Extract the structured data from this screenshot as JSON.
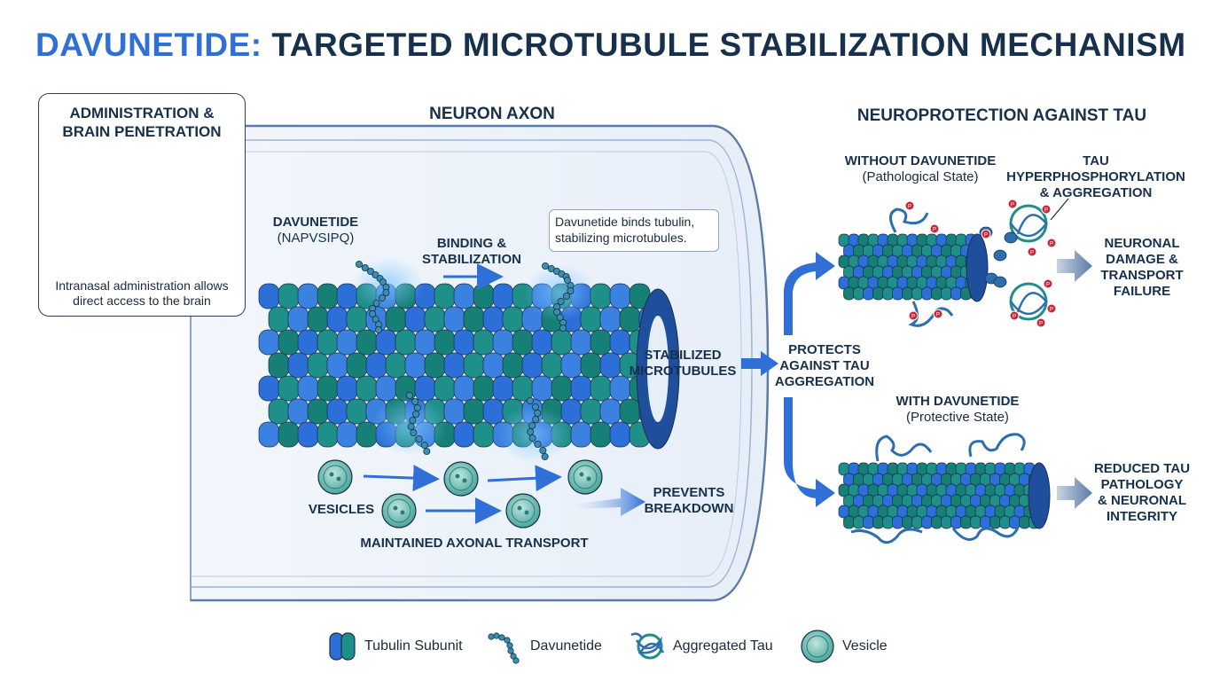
{
  "title": {
    "part1": "DAVUNETIDE:",
    "part2": "TARGETED MICROTUBULE STABILIZATION MECHANISM"
  },
  "admin": {
    "heading_line1": "ADMINISTRATION &",
    "heading_line2": "BRAIN PENETRATION",
    "caption_line1": "Intranasal administration allows",
    "caption_line2": "direct access to the brain"
  },
  "axon": {
    "heading": "NEURON AXON",
    "drug_name": "DAVUNETIDE",
    "drug_seq": "(NAPVSIPQ)",
    "binding_line1": "BINDING &",
    "binding_line2": "STABILIZATION",
    "callout_line1": "Davunetide binds tubulin,",
    "callout_line2": "stabilizing microtubules.",
    "stabilized_line1": "STABILIZED",
    "stabilized_line2": "MICROTUBULES",
    "vesicles": "VESICLES",
    "transport": "MAINTAINED AXONAL TRANSPORT",
    "prevents_line1": "PREVENTS",
    "prevents_line2": "BREAKDOWN"
  },
  "protects": {
    "line1": "PROTECTS",
    "line2": "AGAINST TAU",
    "line3": "AGGREGATION"
  },
  "neuroprotection": {
    "heading": "NEUROPROTECTION AGAINST TAU",
    "without_title": "WITHOUT DAVUNETIDE",
    "without_sub": "(Pathological State)",
    "tau_line1": "TAU",
    "tau_line2": "HYPERPHOSPHORYLATION",
    "tau_line3": "& AGGREGATION",
    "damage_line1": "NEURONAL",
    "damage_line2": "DAMAGE &",
    "damage_line3": "TRANSPORT",
    "damage_line4": "FAILURE",
    "with_title": "WITH DAVUNETIDE",
    "with_sub": "(Protective State)",
    "reduced_line1": "REDUCED TAU",
    "reduced_line2": "PATHOLOGY",
    "reduced_line3": "& NEURONAL",
    "reduced_line4": "INTEGRITY",
    "phospho_mark": "P"
  },
  "legend": {
    "items": [
      {
        "label": "Tubulin Subunit",
        "icon": "tubulin-icon"
      },
      {
        "label": "Davunetide",
        "icon": "peptide-icon"
      },
      {
        "label": "Aggregated Tau",
        "icon": "tau-aggregate-icon"
      },
      {
        "label": "Vesicle",
        "icon": "vesicle-icon"
      }
    ]
  },
  "colors": {
    "tubulin_blue": "#2c6fd8",
    "tubulin_teal": "#1f8f8a",
    "dark_navy": "#17304c",
    "accent_blue": "#2f6fd6",
    "phospho_red": "#c8283a"
  }
}
